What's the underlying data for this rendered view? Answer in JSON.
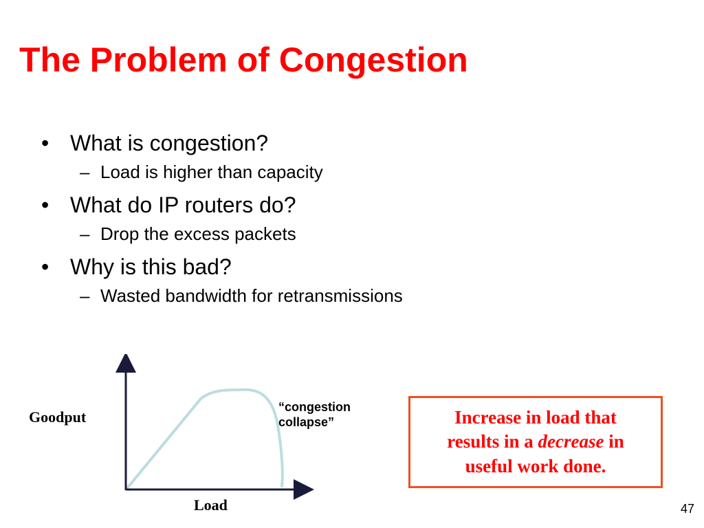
{
  "slide": {
    "title": "The Problem of Congestion",
    "page_number": "47",
    "bullets": [
      {
        "marker": "•",
        "text": "What is congestion?",
        "sub": {
          "marker": "–",
          "text": "Load is higher than capacity"
        }
      },
      {
        "marker": "•",
        "text": "What do IP routers do?",
        "sub": {
          "marker": "–",
          "text": "Drop the excess packets"
        }
      },
      {
        "marker": "•",
        "text": "Why is this bad?",
        "sub": {
          "marker": "–",
          "text": "Wasted bandwidth for retransmissions"
        }
      }
    ]
  },
  "diagram": {
    "y_axis_label": "Goodput",
    "x_axis_label": "Load",
    "annotation_line1": "“congestion",
    "annotation_line2": "collapse”",
    "curve_color": "#bcdde0",
    "axis_color": "#1a1a3a"
  },
  "callout": {
    "line1": "Increase in load that",
    "line2_before": "results in a ",
    "line2_emphasis": "decrease",
    "line2_after": " in",
    "line3": "useful work done.",
    "text_color": "#ff0000",
    "border_color": "#f04e23"
  }
}
